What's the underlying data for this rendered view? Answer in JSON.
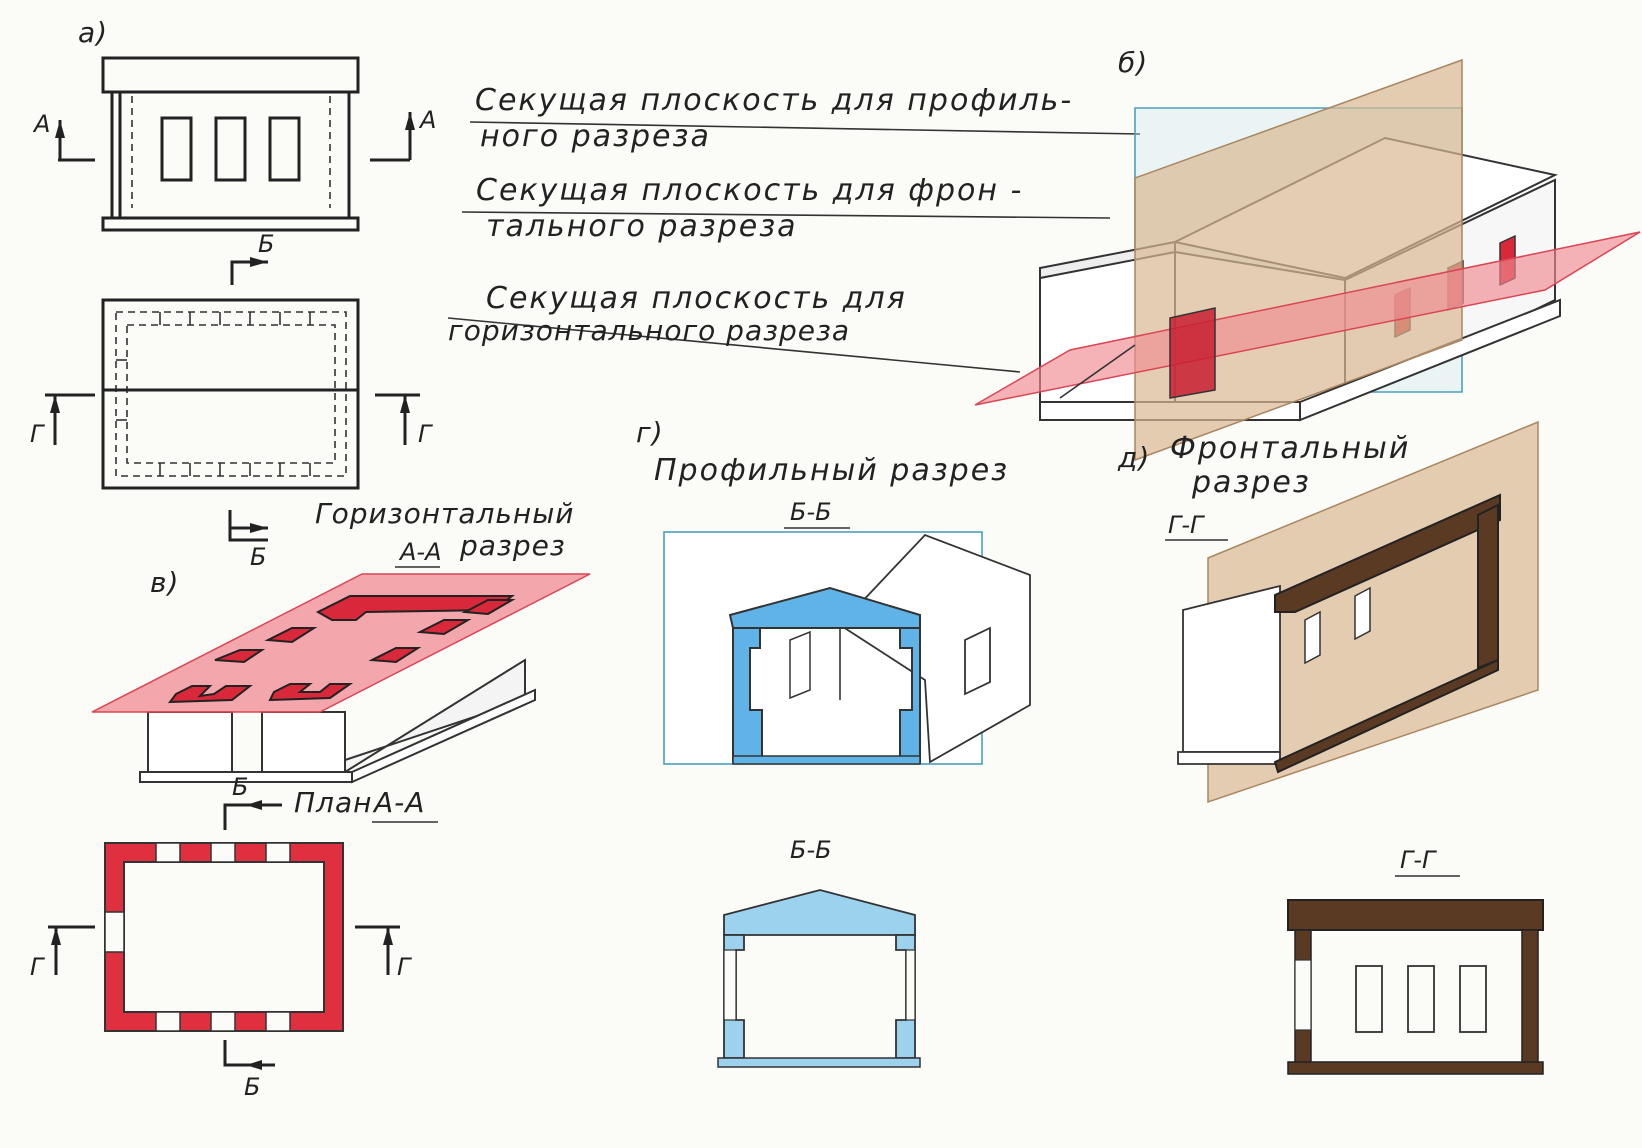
{
  "panels": {
    "a": "а)",
    "b": "б)",
    "v": "в)",
    "g": "г)",
    "d": "д)"
  },
  "labels": {
    "profile_plane": [
      "Секущая плоскость для профиль-",
      "ного разреза"
    ],
    "frontal_plane": [
      "Секущая плоскость для фрон -",
      "тального разреза"
    ],
    "horizontal_plane": [
      "Секущая плоскость для",
      "горизонтального разреза"
    ],
    "horizontal_title": [
      "Горизонтальный",
      "разрез"
    ],
    "profile_title": "Профильный разрез",
    "frontal_title": [
      "Фронтальный",
      "разрез"
    ],
    "plan_title": "План"
  },
  "section_marks": {
    "A": "А",
    "B": "Б",
    "G": "Г",
    "AA": "А-А",
    "BB": "Б-Б",
    "GG": "Г-Г"
  },
  "colors": {
    "horizontal_cut": "#e0303f",
    "horizontal_plane": "#f08a92",
    "profile_cut": "#5fb3e6",
    "profile_cut_light": "#9dd2ef",
    "frontal_cut": "#5a3a22",
    "frontal_plane": "#d8b892",
    "profile_plane_frame": "#4aa0bf"
  }
}
